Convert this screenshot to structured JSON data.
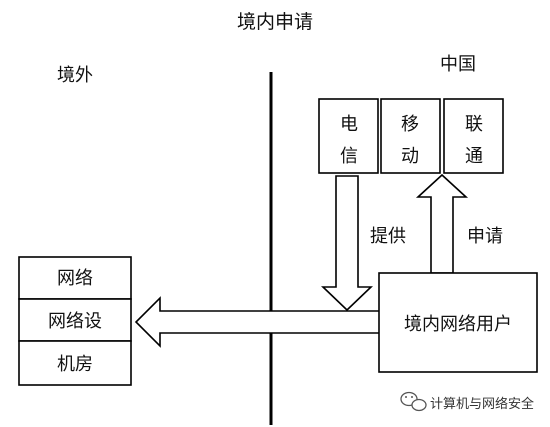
{
  "diagram": {
    "title": "境内申请",
    "left_region": "境外",
    "right_region": "中国",
    "isp_boxes": [
      {
        "chars": [
          "电",
          "信"
        ]
      },
      {
        "chars": [
          "移",
          "动"
        ]
      },
      {
        "chars": [
          "联",
          "通"
        ]
      }
    ],
    "arrow_provide_label": "提供",
    "arrow_apply_label": "申请",
    "user_box_label": "境内网络用户",
    "left_stack": [
      "网络",
      "网络设",
      "机房"
    ]
  },
  "watermark": {
    "icon": "wechat-icon",
    "text": "计算机与网络安全"
  }
}
